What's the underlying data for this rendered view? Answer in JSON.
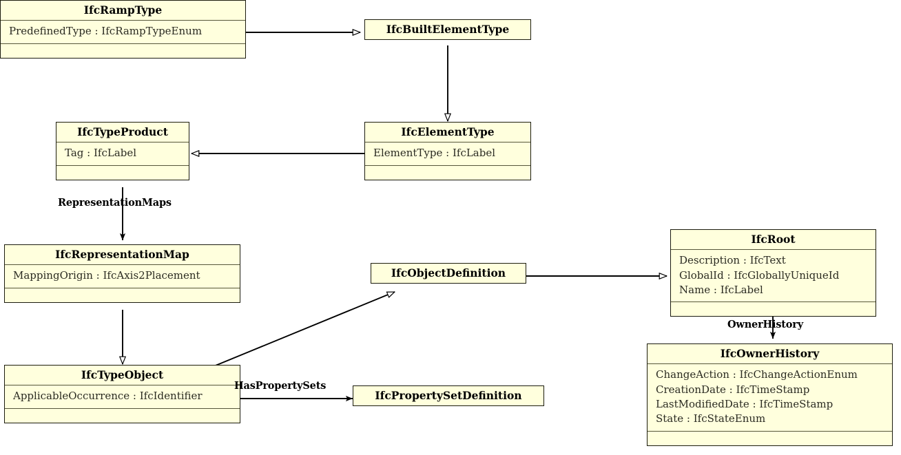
{
  "diagram": {
    "kind": "uml-class-diagram",
    "title": "IfcRampType inheritance and association diagram",
    "colors": {
      "class_fill": "#FFFFDD",
      "class_border": "#1A1A0D",
      "compartment_divider": "#55553A",
      "edge": "#000000",
      "background": "#FFFFFF"
    },
    "classes": [
      {
        "id": "IfcRampType",
        "name": "IfcRampType",
        "attributes": [
          "PredefinedType : IfcRampTypeEnum"
        ],
        "has_empty_compartment": true
      },
      {
        "id": "IfcBuiltElementType",
        "name": "IfcBuiltElementType",
        "attributes": [],
        "has_empty_compartment": false
      },
      {
        "id": "IfcTypeProduct",
        "name": "IfcTypeProduct",
        "attributes": [
          "Tag : IfcLabel"
        ],
        "has_empty_compartment": true
      },
      {
        "id": "IfcElementType",
        "name": "IfcElementType",
        "attributes": [
          "ElementType : IfcLabel"
        ],
        "has_empty_compartment": true
      },
      {
        "id": "IfcRepresentationMap",
        "name": "IfcRepresentationMap",
        "attributes": [
          "MappingOrigin : IfcAxis2Placement"
        ],
        "has_empty_compartment": true
      },
      {
        "id": "IfcObjectDefinition",
        "name": "IfcObjectDefinition",
        "attributes": [],
        "has_empty_compartment": false
      },
      {
        "id": "IfcRoot",
        "name": "IfcRoot",
        "attributes": [
          "Description : IfcText",
          "GlobalId : IfcGloballyUniqueId",
          "Name : IfcLabel"
        ],
        "has_empty_compartment": true
      },
      {
        "id": "IfcOwnerHistory",
        "name": "IfcOwnerHistory",
        "attributes": [
          "ChangeAction : IfcChangeActionEnum",
          "CreationDate : IfcTimeStamp",
          "LastModifiedDate : IfcTimeStamp",
          "State : IfcStateEnum"
        ],
        "has_empty_compartment": true
      },
      {
        "id": "IfcTypeObject",
        "name": "IfcTypeObject",
        "attributes": [
          "ApplicableOccurrence : IfcIdentifier"
        ],
        "has_empty_compartment": true
      },
      {
        "id": "IfcPropertySetDefinition",
        "name": "IfcPropertySetDefinition",
        "attributes": [],
        "has_empty_compartment": false
      }
    ],
    "relationships": [
      {
        "from": "IfcRampType",
        "to": "IfcBuiltElementType",
        "type": "generalization",
        "arrowhead": "hollow-triangle",
        "label": ""
      },
      {
        "from": "IfcBuiltElementType",
        "to": "IfcElementType",
        "type": "generalization",
        "arrowhead": "hollow-triangle",
        "label": ""
      },
      {
        "from": "IfcElementType",
        "to": "IfcTypeProduct",
        "type": "generalization",
        "arrowhead": "hollow-triangle",
        "label": ""
      },
      {
        "from": "IfcTypeProduct",
        "to": "IfcRepresentationMap",
        "type": "association",
        "arrowhead": "solid-arrow",
        "label": "RepresentationMaps"
      },
      {
        "from": "IfcRepresentationMap",
        "to": "IfcTypeObject",
        "type": "generalization",
        "arrowhead": "hollow-triangle",
        "label": ""
      },
      {
        "from": "IfcTypeObject",
        "to": "IfcObjectDefinition",
        "type": "generalization",
        "arrowhead": "hollow-triangle",
        "label": ""
      },
      {
        "from": "IfcObjectDefinition",
        "to": "IfcRoot",
        "type": "generalization",
        "arrowhead": "hollow-triangle",
        "label": ""
      },
      {
        "from": "IfcRoot",
        "to": "IfcOwnerHistory",
        "type": "association",
        "arrowhead": "solid-arrow",
        "label": "OwnerHistory"
      },
      {
        "from": "IfcTypeObject",
        "to": "IfcPropertySetDefinition",
        "type": "association",
        "arrowhead": "solid-arrow",
        "label": "HasPropertySets"
      }
    ],
    "edge_labels": {
      "representation_maps": "RepresentationMaps",
      "owner_history": "OwnerHistory",
      "has_property_sets": "HasPropertySets"
    }
  }
}
